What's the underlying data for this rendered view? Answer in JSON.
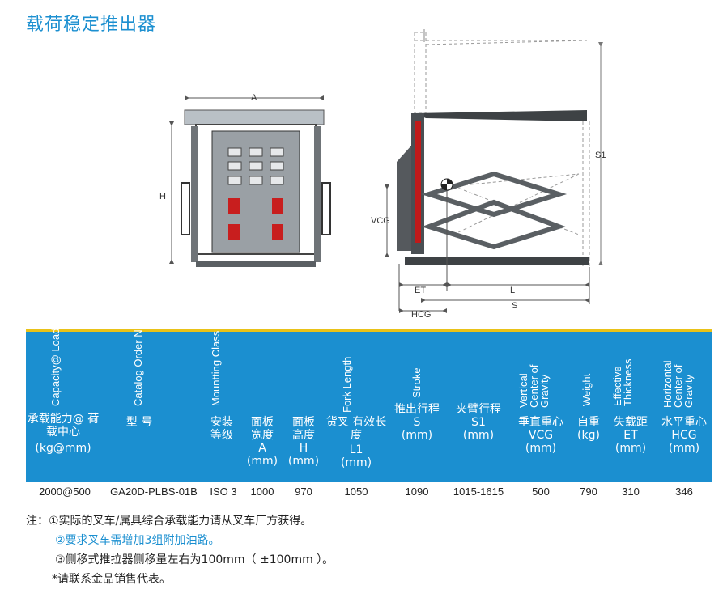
{
  "title": "载荷稳定推出器",
  "drawing": {
    "front_labels": {
      "a": "A",
      "h": "H"
    },
    "side_labels": {
      "s1": "S1",
      "vcg": "VCG",
      "et": "ET",
      "l": "L",
      "hcg": "HCG",
      "s": "S"
    }
  },
  "colors": {
    "accent": "#1b8fd0",
    "stripe": "#e9c218"
  },
  "table": {
    "headers": [
      {
        "en": "Capacity@ Load Center",
        "cn": "承载能力@ 荷载中心",
        "unit": "(kg@mm)"
      },
      {
        "en": "Catalog Order No.",
        "cn": "型 号",
        "unit": ""
      },
      {
        "en": "Mountting Class",
        "cn": "安装 等级",
        "unit": ""
      },
      {
        "en": "",
        "cn": "面板 宽度",
        "sym": "A",
        "unit": "(mm)"
      },
      {
        "en": "",
        "cn": "面板 高度",
        "sym": "H",
        "unit": "(mm)"
      },
      {
        "en": "Fork Length",
        "cn": "货叉 有效长度",
        "sym": "L1",
        "unit": "(mm)"
      },
      {
        "en": "Stroke",
        "cn": "推出行程",
        "sym": "S",
        "unit": "(mm)"
      },
      {
        "en": "",
        "cn": "夹臂行程",
        "sym": "S1",
        "unit": "(mm)"
      },
      {
        "en": "Vertical Center of Gravity",
        "cn": "垂直重心",
        "sym": "VCG",
        "unit": "(mm)"
      },
      {
        "en": "Weight",
        "cn": "自重",
        "unit": "(kg)"
      },
      {
        "en": "Effective Thickness",
        "cn": "失载距",
        "sym": "ET",
        "unit": "(mm)"
      },
      {
        "en": "Horizontal Center of Gravity",
        "cn": "水平重心",
        "sym": "HCG",
        "unit": "(mm)"
      }
    ],
    "row": [
      "2000@500",
      "GA20D-PLBS-01B",
      "ISO 3",
      "1000",
      "970",
      "1050",
      "1090",
      "1015-1615",
      "500",
      "790",
      "310",
      "346"
    ]
  },
  "notes": [
    "注：①实际的叉车/属具综合承载能力请从叉车厂方获得。",
    "②要求叉车需增加3组附加油路。",
    "③侧移式推拉器侧移量左右为100mm（ ±100mm ）。",
    "*请联系金品销售代表。"
  ]
}
